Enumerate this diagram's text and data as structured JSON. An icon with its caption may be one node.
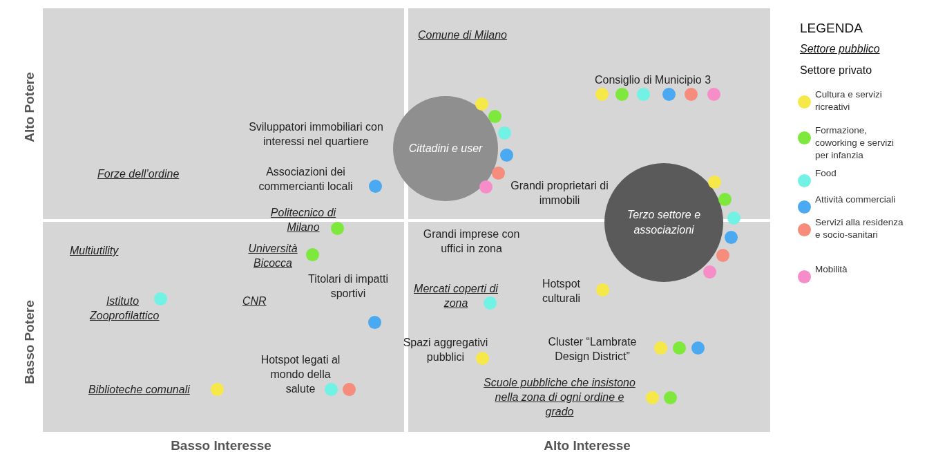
{
  "diagram": {
    "nodes": [
      {
        "text": [
          "Cittadini e user"
        ]
      },
      {
        "text": [
          "Terzo settore e associazioni"
        ]
      }
    ],
    "labels": [
      "Comune di Milano",
      "Consiglio di Municipio 3",
      "Sviluppatori immobiliari con interessi nel quartiere",
      "Forze dell’ordine",
      "Associazioni dei commercianti locali",
      "Grandi proprietari di immobili",
      "Politecnico di Milano",
      "Grandi imprese con uffici in zona",
      "Multiutility",
      "Università Bicocca",
      "Titolari di impatti sportivi",
      "Mercati coperti di zona",
      "Hotspot culturali",
      "Istituto Zooprofilattico",
      "CNR",
      "Spazi aggregativi pubblici",
      "Cluster “Lambrate Design District”",
      "Hotspot legati al mondo della salute",
      "Biblioteche comunali",
      "Scuole pubbliche che insistono nella zona di ogni ordine e grado",
      "Alto Potere",
      "Basso Potere",
      "Basso Interesse",
      "Alto Interesse",
      "LEGENDA"
    ],
    "legend": [
      {
        "text": "Settore pubblico"
      },
      {
        "text": "Settore privato"
      },
      {
        "text": "Cultura e servizi ricreativi",
        "color": "#f7e84a"
      },
      {
        "text": "Formazione, coworking e servizi per infanzia",
        "color": "#7ee83c"
      },
      {
        "text": "Food",
        "color": "#72f2e4"
      },
      {
        "text": "Attività commerciali",
        "color": "#4aa9f0"
      },
      {
        "text": "Servizi alla residenza e socio-sanitari",
        "color": "#f58c7c"
      },
      {
        "text": "Mobilità",
        "color": "#f78dc8"
      }
    ]
  }
}
